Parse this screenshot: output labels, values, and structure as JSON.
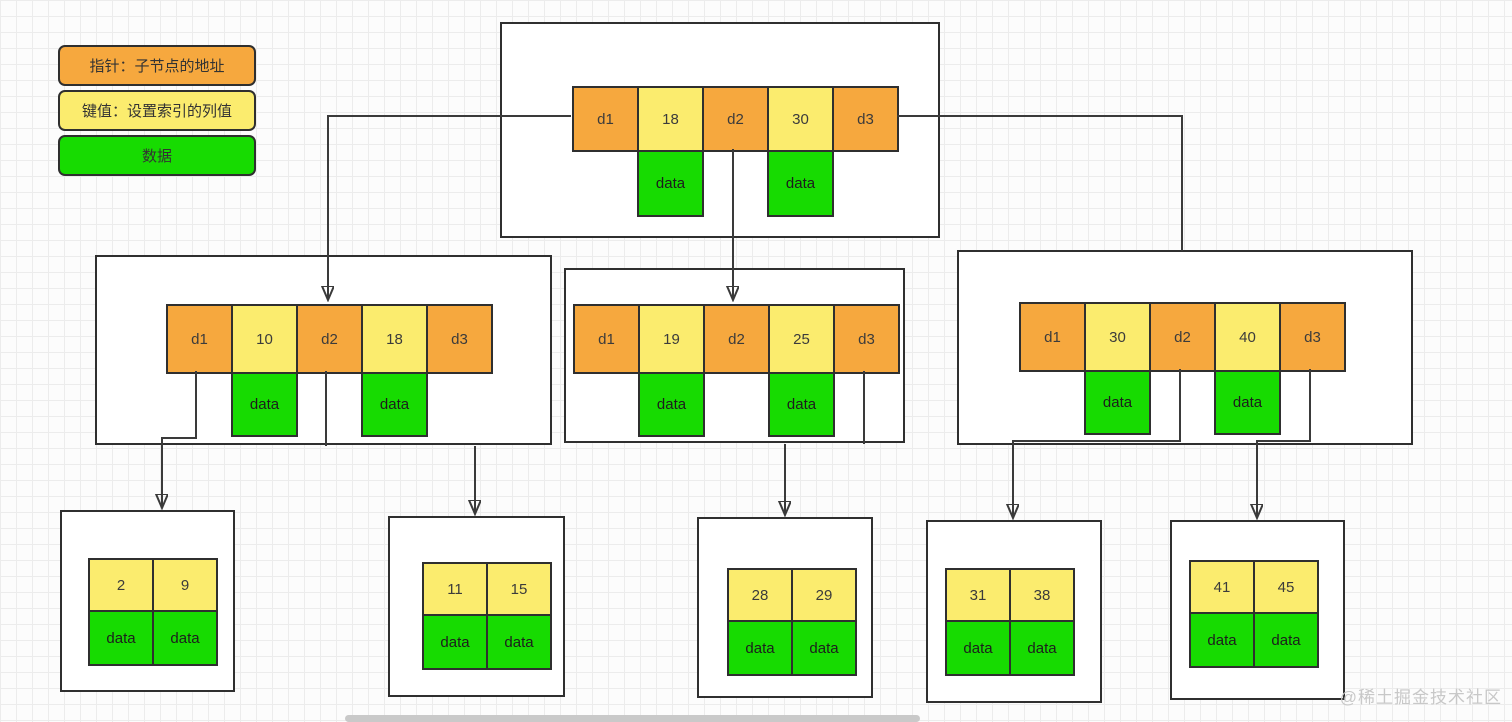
{
  "legend": {
    "pointer_label": "指针：子节点的地址",
    "key_label": "键值：设置索引的列值",
    "data_label": "数据"
  },
  "nodes": {
    "root": {
      "cells": [
        "d1",
        "18",
        "d2",
        "30",
        "d3"
      ],
      "data": [
        "data",
        "data"
      ]
    },
    "left": {
      "cells": [
        "d1",
        "10",
        "d2",
        "18",
        "d3"
      ],
      "data": [
        "data",
        "data"
      ]
    },
    "middle": {
      "cells": [
        "d1",
        "19",
        "d2",
        "25",
        "d3"
      ],
      "data": [
        "data",
        "data"
      ]
    },
    "right": {
      "cells": [
        "d1",
        "30",
        "d2",
        "40",
        "d3"
      ],
      "data": [
        "data",
        "data"
      ]
    },
    "leaf1": {
      "keys": [
        "2",
        "9"
      ],
      "data": [
        "data",
        "data"
      ]
    },
    "leaf2": {
      "keys": [
        "11",
        "15"
      ],
      "data": [
        "data",
        "data"
      ]
    },
    "leaf3": {
      "keys": [
        "28",
        "29"
      ],
      "data": [
        "data",
        "data"
      ]
    },
    "leaf4": {
      "keys": [
        "31",
        "38"
      ],
      "data": [
        "data",
        "data"
      ]
    },
    "leaf5": {
      "keys": [
        "41",
        "45"
      ],
      "data": [
        "data",
        "data"
      ]
    }
  },
  "watermark": "@稀土掘金技术社区",
  "colors": {
    "pointer": "#F6A83E",
    "key": "#FBEC6E",
    "data": "#17DB01",
    "border": "#2f2f2f",
    "line": "#3a3a3a",
    "grid": "#ececec",
    "watermark": "#c8c8c8"
  }
}
